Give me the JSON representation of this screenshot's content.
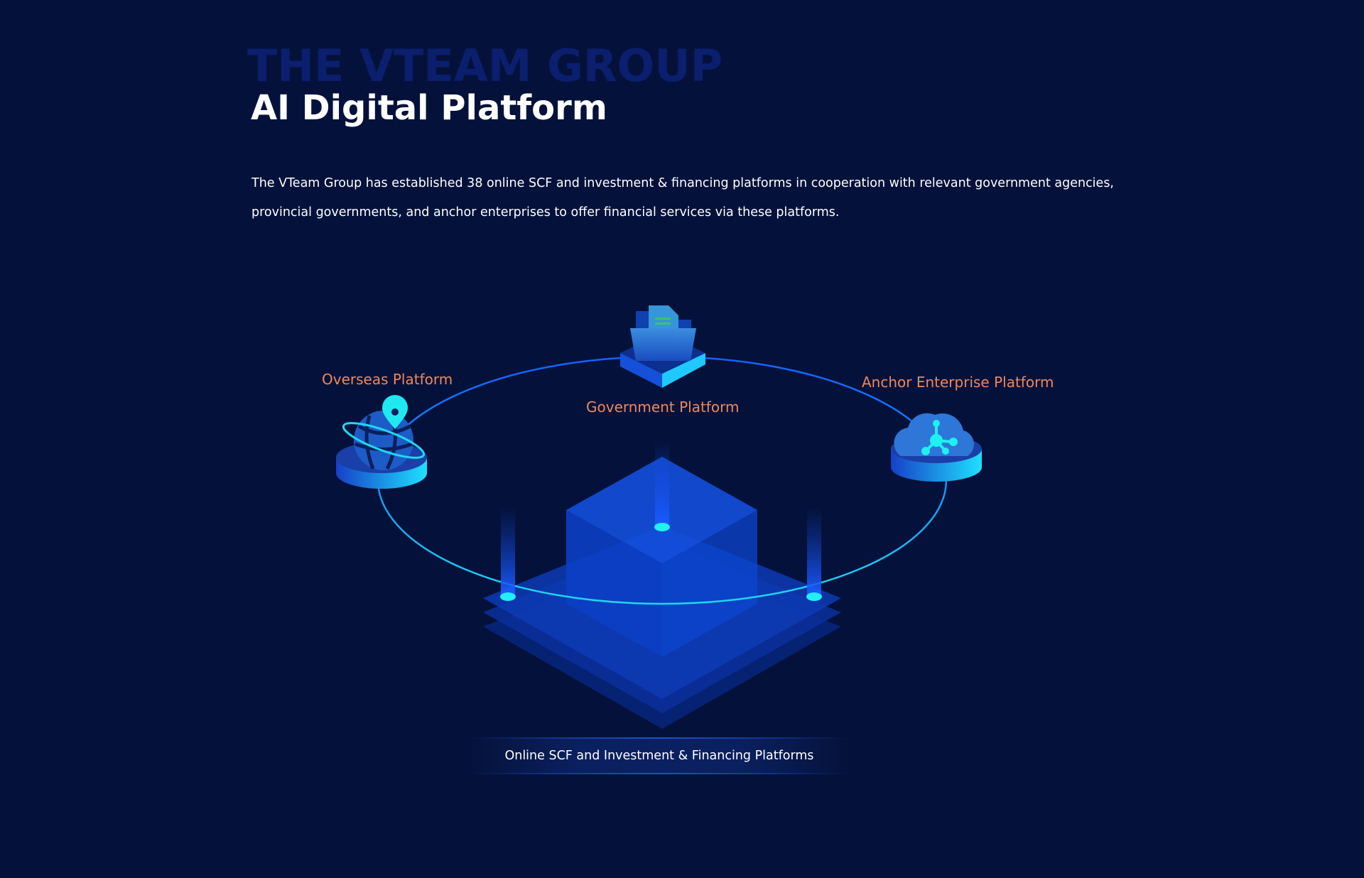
{
  "header": {
    "ghost_title": "THE VTEAM GROUP",
    "title": "AI Digital Platform",
    "description": "The VTeam Group has established 38 online SCF and investment & financing platforms in cooperation with relevant government agencies, provincial governments, and anchor enterprises to offer financial services via these platforms."
  },
  "diagram": {
    "nodes": [
      {
        "label": "Overseas Platform",
        "icon": "globe-pin-icon"
      },
      {
        "label": "Government Platform",
        "icon": "folder-document-icon"
      },
      {
        "label": "Anchor Enterprise Platform",
        "icon": "cloud-network-icon"
      }
    ],
    "base_label": "Online SCF and Investment & Financing Platforms"
  },
  "colors": {
    "background": "#04123b",
    "accent_label": "#f0875a",
    "ring_blue": "#1560ff",
    "ring_cyan": "#1fd8f0"
  }
}
